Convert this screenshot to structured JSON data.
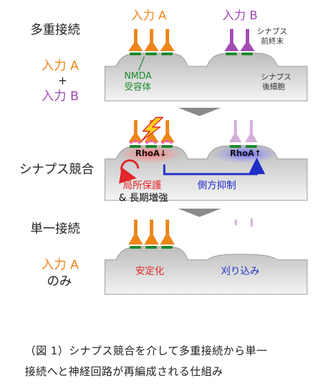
{
  "colors": {
    "input_a": "#ee8518",
    "input_b": "#a24bb2",
    "receptor": "#1a8a2a",
    "protect": "#e0262a",
    "inhibit": "#1f2ec8",
    "membrane": "#c9c9c9"
  },
  "panel1": {
    "left_label": "多重接続",
    "input_a": "入力 A",
    "input_b": "入力 B",
    "pre_label_1": "シナプス",
    "pre_label_2": "前終末",
    "nmda_1": "NMDA",
    "nmda_2": "受容体",
    "post_label_1": "シナプス",
    "post_label_2": "後細胞",
    "side_a": "入力 A",
    "side_plus": "+",
    "side_b": "入力 B"
  },
  "panel2": {
    "left_label": "シナプス競合",
    "rhoa_down": "RhoA↓",
    "rhoa_up": "RhoA↑",
    "local_protect": "局所保護",
    "ltp": "& 長期増強",
    "lateral_inhibit": "側方抑制"
  },
  "panel3": {
    "left_label": "単一接続",
    "side_a": "入力 A",
    "side_only": "のみ",
    "stabilize": "安定化",
    "prune": "刈り込み"
  },
  "caption": {
    "line1": "（図 1）シナプス競合を介して多重接続から単一",
    "line2": "接続へと神経回路が再編成される仕組み"
  }
}
